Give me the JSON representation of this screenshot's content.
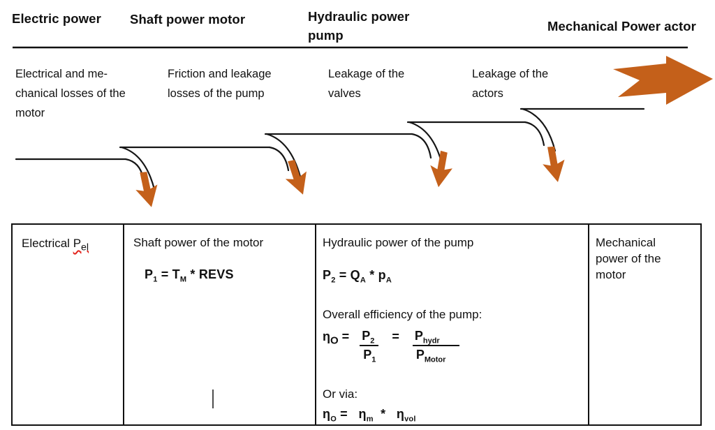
{
  "colors": {
    "arrow_orange": "#C4601A",
    "spellcheck_red": "#E3231B",
    "line_black": "#111111"
  },
  "stages": [
    {
      "label": "Electric power"
    },
    {
      "label": "Shaft power motor"
    },
    {
      "label": "Hydraulic power\npump"
    },
    {
      "label": "Mechanical Power actor"
    }
  ],
  "losses": [
    {
      "text": "Electrical and me-\nchanical losses of the\nmotor"
    },
    {
      "text": "Friction and leakage\nlosses of the pump"
    },
    {
      "text": "Leakage of the\nvalves"
    },
    {
      "text": "Leakage of the\nactors"
    }
  ],
  "icons": [
    {
      "name": "loss-arrow-down",
      "count": 4
    },
    {
      "name": "power-arrow-right",
      "count": 1
    }
  ],
  "table": {
    "electrical": {
      "prefix": "Electrical ",
      "term": [
        {
          "t": "P"
        },
        {
          "s": "el"
        }
      ]
    },
    "shaft": {
      "title": "Shaft power of the motor",
      "formula": [
        {
          "t": "P"
        },
        {
          "s": "1"
        },
        {
          "t": " = T"
        },
        {
          "s": "M"
        },
        {
          "t": " * REVS"
        }
      ]
    },
    "hydraulic": {
      "title": "Hydraulic power of the pump",
      "power_formula": [
        {
          "t": "P"
        },
        {
          "s": "2"
        },
        {
          "t": " = Q"
        },
        {
          "s": "A"
        },
        {
          "t": " * p"
        },
        {
          "s": "A"
        }
      ],
      "efficiency_label": "Overall efficiency of the pump:",
      "efficiency_lhs": [
        {
          "t": "η"
        },
        {
          "s": "O"
        },
        {
          "t": " ="
        }
      ],
      "frac1_num": [
        {
          "t": "P"
        },
        {
          "s": "2"
        }
      ],
      "frac1_den": [
        {
          "t": "P"
        },
        {
          "s": "1"
        }
      ],
      "equals_sign": "=",
      "frac2_num": [
        {
          "t": "P"
        },
        {
          "s": "hydr"
        }
      ],
      "frac2_den": [
        {
          "t": "P"
        },
        {
          "s": "Motor"
        }
      ],
      "or_via_label": "Or via:",
      "alt_formula": [
        {
          "t": "η"
        },
        {
          "s": "O"
        },
        {
          "t": " =   η"
        },
        {
          "s": "m"
        },
        {
          "t": "  *   η"
        },
        {
          "s": "vol"
        }
      ]
    },
    "mechanical": {
      "title": "Mechanical\npower of the\nmotor"
    }
  }
}
